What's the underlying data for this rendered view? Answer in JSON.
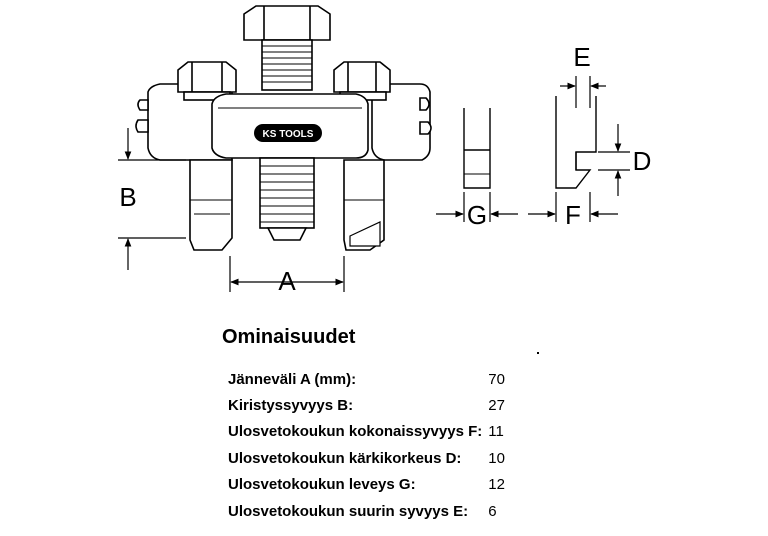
{
  "brand": {
    "logo_text": "KS TOOLS"
  },
  "diagram": {
    "dimension_labels": {
      "A": "A",
      "B": "B",
      "D": "D",
      "E": "E",
      "F": "F",
      "G": "G"
    }
  },
  "specs": {
    "title": "Ominaisuudet",
    "rows": [
      {
        "label": "Jänneväli A (mm):",
        "value": "70"
      },
      {
        "label": "Kiristyssyvyys B:",
        "value": "27"
      },
      {
        "label": "Ulosvetokoukun kokonaissyvyys F:",
        "value": "11"
      },
      {
        "label": "Ulosvetokoukun kärkikorkeus D:",
        "value": "10"
      },
      {
        "label": "Ulosvetokoukun leveys G:",
        "value": "12"
      },
      {
        "label": "Ulosvetokoukun suurin syvyys E:",
        "value": "6"
      }
    ]
  }
}
